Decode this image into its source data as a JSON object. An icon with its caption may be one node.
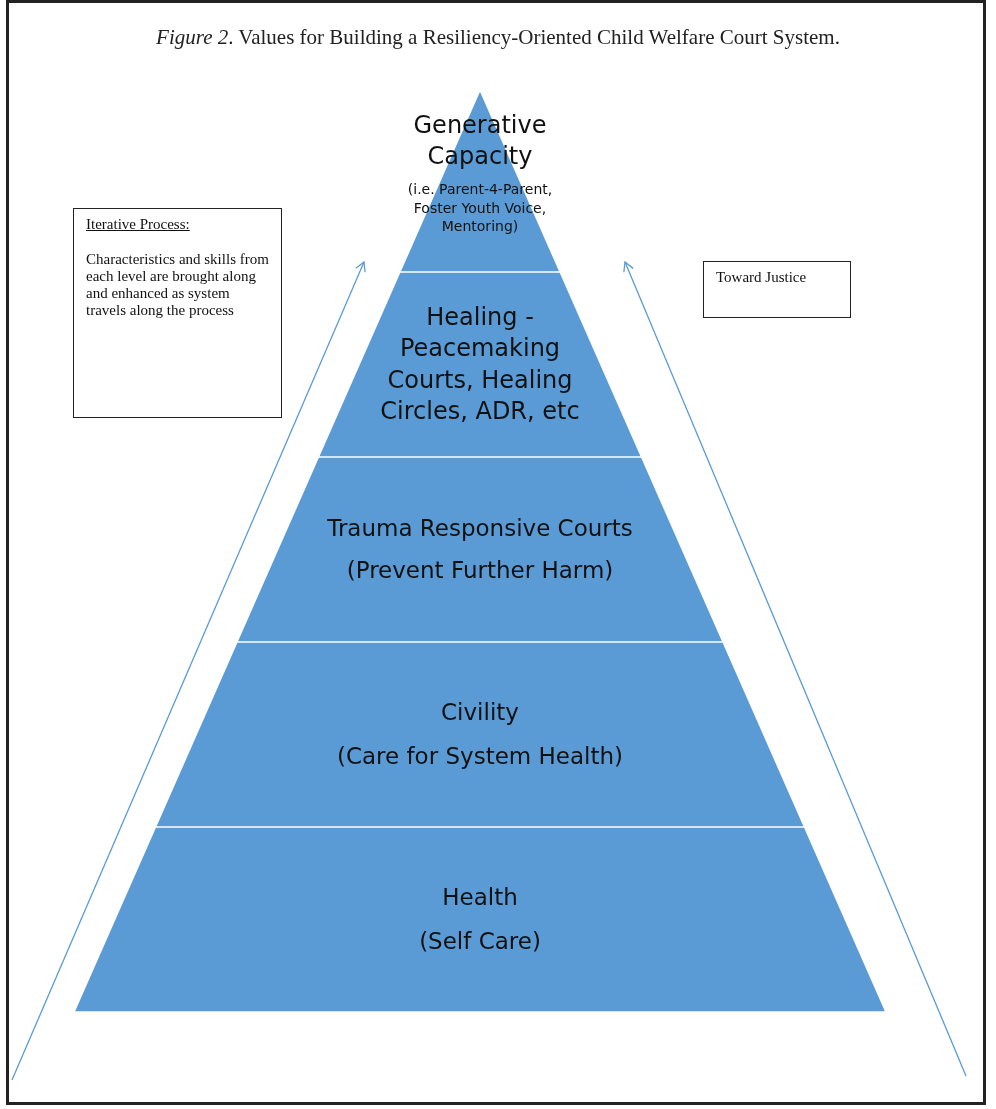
{
  "diagram": {
    "title": "*Figure 2*.  Values for Building a Resiliency-Oriented Child Welfare Court System.",
    "nodes": [
      {
        "text": [
          "Generative Capacity",
          "(i.e. Parent-4-Parent, Foster Youth Voice, Mentoring)"
        ]
      },
      {
        "text": [
          "Healing - Peacemaking Courts, Healing Circles, ADR, etc"
        ]
      },
      {
        "text": [
          "Trauma Responsive Courts",
          "(Prevent Further Harm)"
        ]
      },
      {
        "text": [
          "Civility",
          "(Care for System Health)"
        ]
      },
      {
        "text": [
          "Health",
          "(Self Care)"
        ]
      },
      {
        "text": [
          "Iterative Process:",
          "Characteristics and skills from each level are brought along and enhanced as system travels along the process"
        ]
      },
      {
        "text": [
          "Toward Justice"
        ]
      }
    ],
    "edges": []
  }
}
